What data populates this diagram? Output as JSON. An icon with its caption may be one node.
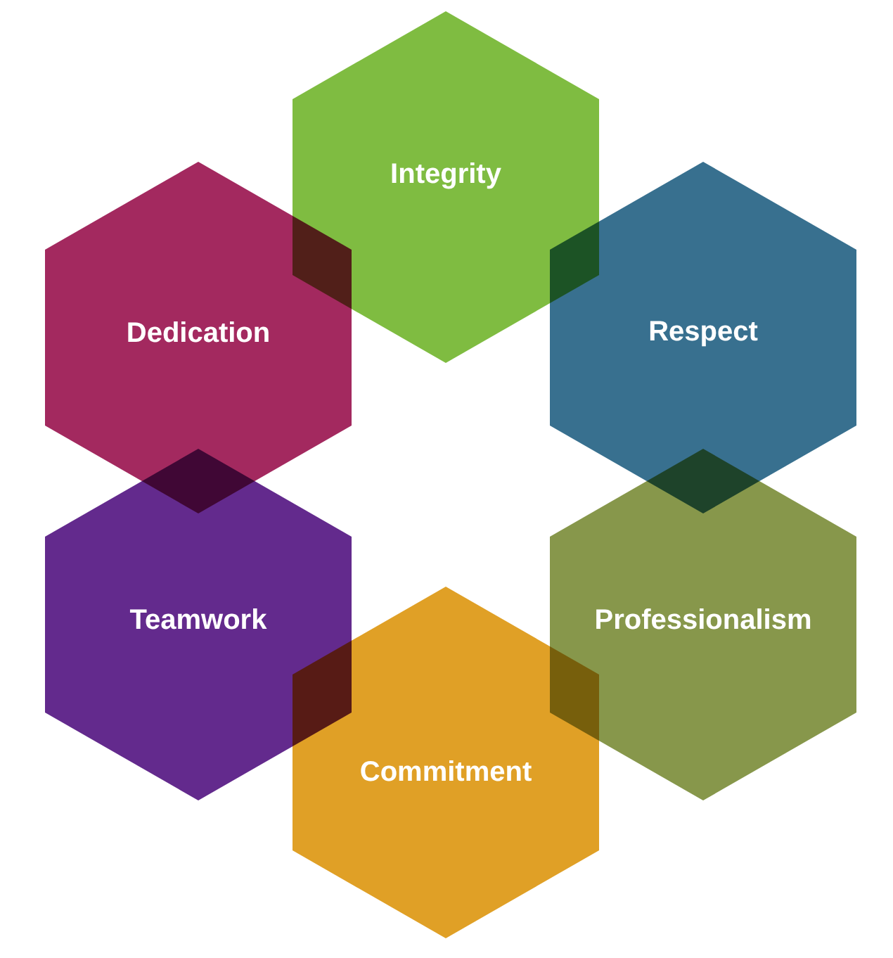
{
  "diagram": {
    "nodes": [
      {
        "text": [
          "Integrity"
        ]
      },
      {
        "text": [
          "Dedication"
        ]
      },
      {
        "text": [
          "Respect"
        ]
      },
      {
        "text": [
          "Teamwork"
        ]
      },
      {
        "text": [
          "Professionalism"
        ]
      },
      {
        "text": [
          "Commitment"
        ]
      }
    ]
  }
}
